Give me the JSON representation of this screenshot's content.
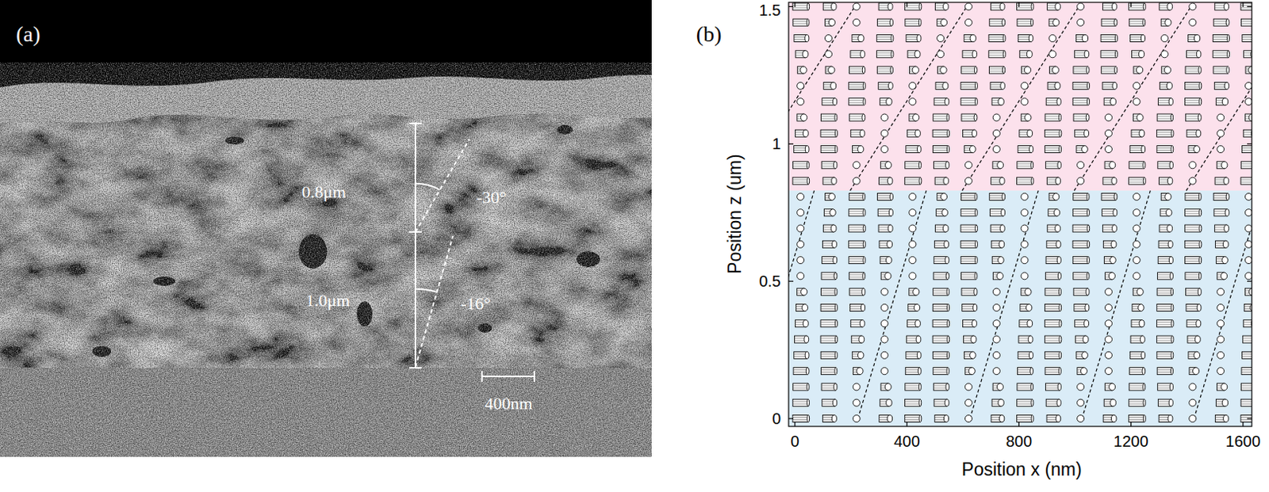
{
  "diagram": {
    "labels": [
      "(a)",
      "0.8μm",
      "-30°",
      "1.0μm",
      "-16°",
      "400nm",
      "(b)",
      "1.5",
      "1",
      "0.5",
      "0",
      "0",
      "400",
      "800",
      "1200",
      "1600",
      "Position z (um)",
      "Position x (nm)"
    ]
  }
}
